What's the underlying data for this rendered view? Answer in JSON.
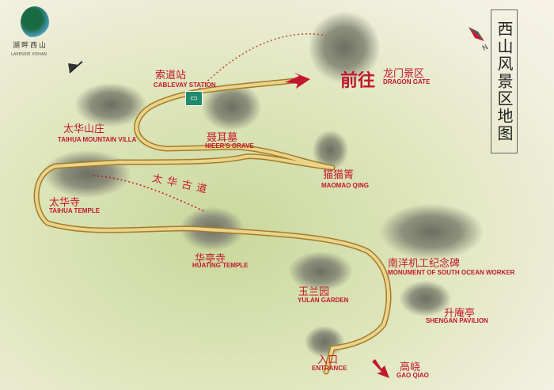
{
  "logo": {
    "cn": "湖畔西山",
    "en": "LAKESIDE XISHAN"
  },
  "title": "西山风景区地图",
  "colors": {
    "label": "#c2182f",
    "road": "#e3c46a",
    "road_edge": "#a07d2b",
    "arrow": "#c2182f",
    "cable_icon": "#1f8a6c"
  },
  "destination": {
    "prefix": "前往",
    "cn": "龙门景区",
    "en": "DRAGON GATE"
  },
  "places": [
    {
      "cn": "索道站",
      "en": "CABLEVAY STATION"
    },
    {
      "cn": "太华山庄",
      "en": "TAIHUA MOUNTAIN VILLA"
    },
    {
      "cn": "聂耳墓",
      "en": "NIEER'S GRAVE"
    },
    {
      "cn": "猫猫箐",
      "en": "MAOMAO QING"
    },
    {
      "cn": "太华古道"
    },
    {
      "cn": "太华寺",
      "en": "TAIHUA TEMPLE"
    },
    {
      "cn": "华亭寺",
      "en": "HUATING TEMPLE"
    },
    {
      "cn": "南洋机工纪念碑",
      "en": "MONUMENT OF SOUTH OCEAN WORKER"
    },
    {
      "cn": "玉兰园",
      "en": "YULAN GARDEN"
    },
    {
      "cn": "升庵亭",
      "en": "SHENGAN PAVILION"
    },
    {
      "cn": "入口",
      "en": "ENTRANCE"
    },
    {
      "cn": "高峣",
      "en": "GAO QIAO"
    }
  ],
  "compass": {
    "label": "N"
  }
}
